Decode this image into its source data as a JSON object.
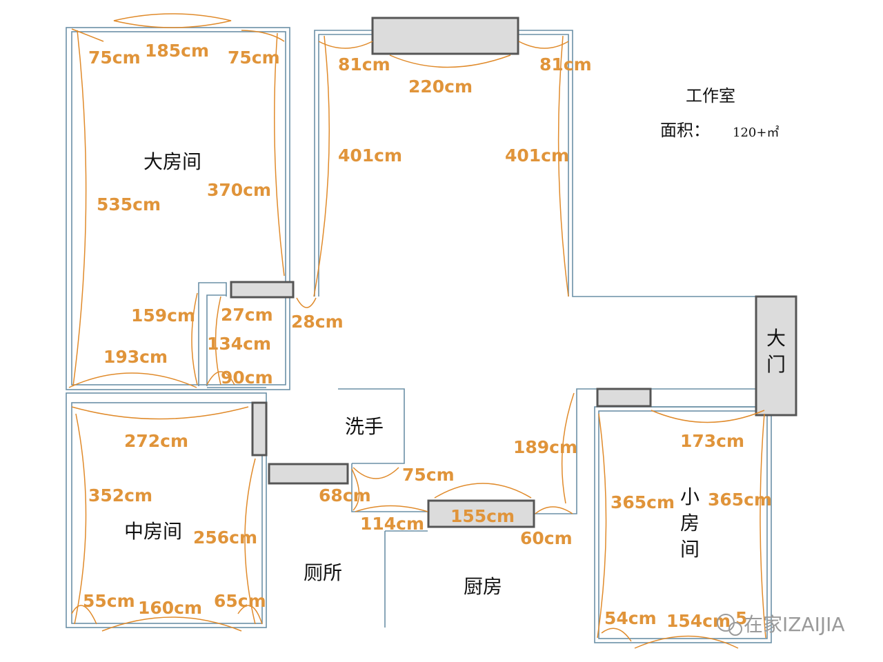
{
  "plan": {
    "title": "工作室",
    "area_label": "面积：",
    "area_value": "120+㎡",
    "watermark": "在家IZAIJIA"
  },
  "rooms": {
    "big_room": "大房间",
    "middle_room": "中房间",
    "small_room_1": "小",
    "small_room_2": "房",
    "small_room_3": "间",
    "wash": "洗手",
    "toilet": "厕所",
    "kitchen": "厨房",
    "door_1": "大",
    "door_2": "门"
  },
  "measurements": {
    "big_top_left": "75cm",
    "big_top_mid": "185cm",
    "big_top_right": "75cm",
    "big_right": "370cm",
    "big_left": "535cm",
    "big_lower_left": "159cm",
    "big_bottom": "193cm",
    "hall_81_left": "81cm",
    "hall_81_right": "81cm",
    "hall_220": "220cm",
    "hall_401_left": "401cm",
    "hall_401_right": "401cm",
    "hall_27": "27cm",
    "hall_28": "28cm",
    "hall_134": "134cm",
    "hall_90": "90cm",
    "mid_top": "272cm",
    "mid_left": "352cm",
    "mid_right": "256cm",
    "mid_bot_left": "55cm",
    "mid_bot_mid": "160cm",
    "mid_bot_right": "65cm",
    "bath_75": "75cm",
    "bath_68": "68cm",
    "bath_114": "114cm",
    "kitchen_155": "155cm",
    "kitchen_60": "60cm",
    "kitchen_189": "189cm",
    "small_top": "173cm",
    "small_left": "365cm",
    "small_right": "365cm",
    "small_bot_left": "54cm",
    "small_bot_mid": "154cm",
    "small_bot_right": "5"
  }
}
